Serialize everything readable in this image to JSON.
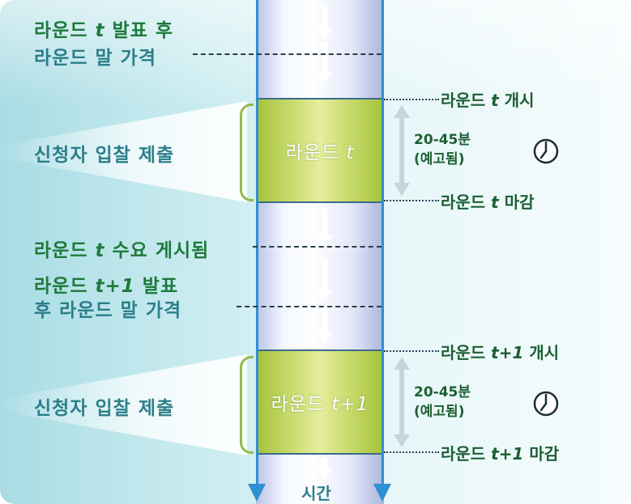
{
  "top": {
    "line1": "라운드 ",
    "line1_var": "t",
    "line1_tail": " 발표 후",
    "line2": "라운드 말 가격"
  },
  "round1": {
    "box_prefix": "라운드 ",
    "box_var": "t",
    "bidder_label": "신청자 입찰 제출",
    "open_prefix": "라운드 ",
    "open_var": "t",
    "open_suffix": " 개시",
    "close_prefix": "라운드 ",
    "close_var": "t",
    "close_suffix": " 마감",
    "duration": "20-45분",
    "duration_note": "(예고됨)"
  },
  "middle": {
    "demand_prefix": "라운드 ",
    "demand_var": "t",
    "demand_suffix": " 수요 게시됨",
    "next_line1_prefix": "라운드 ",
    "next_line1_var": "t+1",
    "next_line1_suffix": " 발표",
    "next_line2": "후 라운드 말 가격"
  },
  "round2": {
    "box_prefix": "라운드 ",
    "box_var": "t+1",
    "bidder_label": "신청자 입찰 제출",
    "open_prefix": "라운드 ",
    "open_var": "t+1",
    "open_suffix": " 개시",
    "close_prefix": "라운드 ",
    "close_var": "t+1",
    "close_suffix": " 마감",
    "duration": "20-45분",
    "duration_note": "(예고됨)"
  },
  "axis_label": "시간",
  "icons": [
    "clock-icon",
    "clock-icon"
  ],
  "colors": {
    "column_border": "#2f8fd3",
    "round_box": "#c7da5e",
    "label_green": "#1e7a3c",
    "label_teal": "#2b7f8a"
  }
}
